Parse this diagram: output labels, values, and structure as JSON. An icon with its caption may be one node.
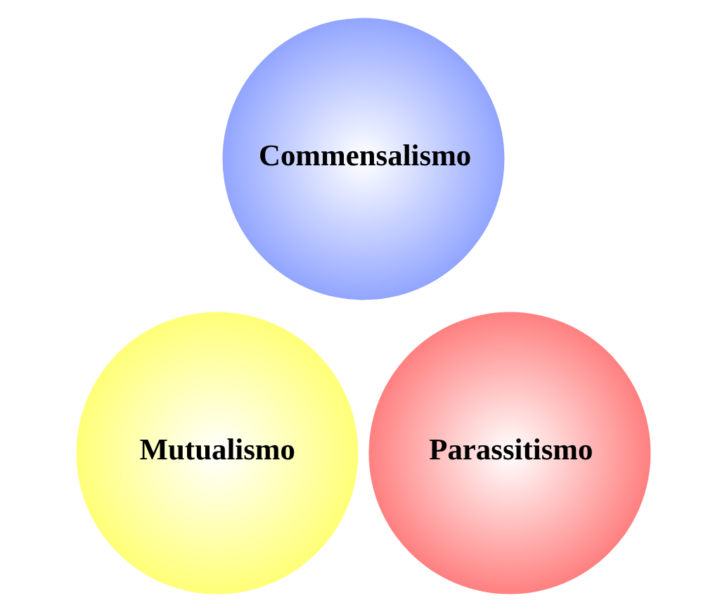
{
  "diagram": {
    "nodes": [
      {
        "text": [
          "Commensalismo"
        ]
      },
      {
        "text": [
          "Mutualismo"
        ]
      },
      {
        "text": [
          "Parassitismo"
        ]
      }
    ]
  }
}
